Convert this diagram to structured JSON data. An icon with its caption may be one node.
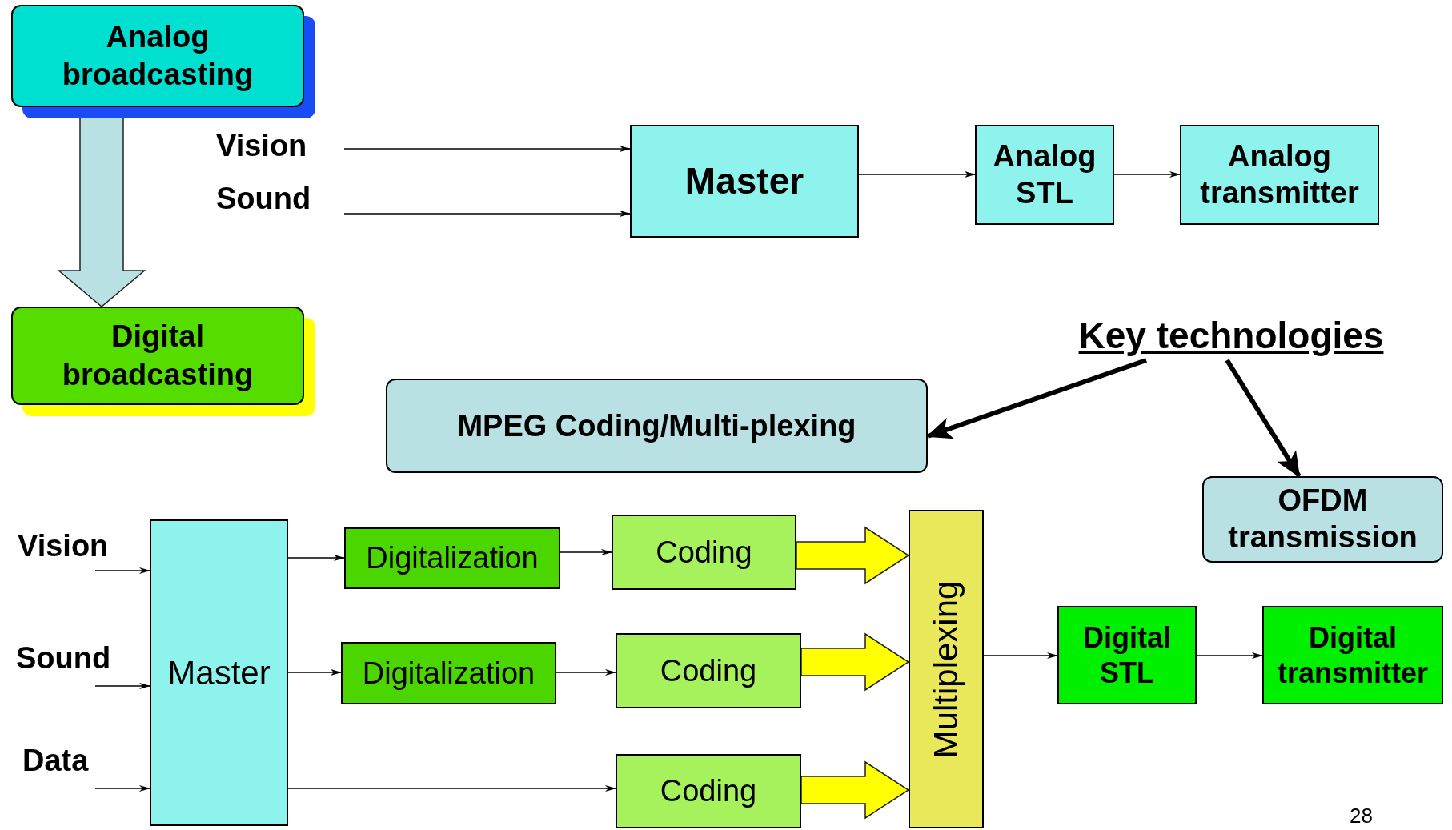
{
  "diagram": {
    "nodes": [
      {
        "text": [
          "Analog broadcasting"
        ]
      },
      {
        "text": [
          "Digital broadcasting"
        ]
      },
      {
        "text": [
          "Vision"
        ]
      },
      {
        "text": [
          "Sound"
        ]
      },
      {
        "text": [
          "Master"
        ]
      },
      {
        "text": [
          "Analog STL"
        ]
      },
      {
        "text": [
          "Analog transmitter"
        ]
      },
      {
        "text": [
          "Key technologies"
        ]
      },
      {
        "text": [
          "MPEG Coding/Multi-plexing"
        ]
      },
      {
        "text": [
          "OFDM transmission"
        ]
      },
      {
        "text": [
          "Vision"
        ]
      },
      {
        "text": [
          "Sound"
        ]
      },
      {
        "text": [
          "Data"
        ]
      },
      {
        "text": [
          "Master"
        ]
      },
      {
        "text": [
          "Digitalization"
        ]
      },
      {
        "text": [
          "Coding"
        ]
      },
      {
        "text": [
          "Digitalization"
        ]
      },
      {
        "text": [
          "Coding"
        ]
      },
      {
        "text": [
          "Coding"
        ]
      },
      {
        "text": [
          "Multiplexing"
        ]
      },
      {
        "text": [
          "Digital STL"
        ]
      },
      {
        "text": [
          "Digital transmitter"
        ]
      }
    ],
    "edges": [
      {
        "from": 0,
        "to": 1,
        "arrow": "to",
        "style": "thick",
        "color": "#b9e0e3"
      },
      {
        "from": 2,
        "to": 4,
        "arrow": "to"
      },
      {
        "from": 3,
        "to": 4,
        "arrow": "to"
      },
      {
        "from": 4,
        "to": 5,
        "arrow": "to"
      },
      {
        "from": 5,
        "to": 6,
        "arrow": "to"
      },
      {
        "from": 7,
        "to": 8,
        "arrow": "to",
        "style": "thick"
      },
      {
        "from": 7,
        "to": 9,
        "arrow": "to",
        "style": "thick"
      },
      {
        "from": 10,
        "to": 13,
        "arrow": "to"
      },
      {
        "from": 11,
        "to": 13,
        "arrow": "to"
      },
      {
        "from": 12,
        "to": 13,
        "arrow": "to"
      },
      {
        "from": 13,
        "to": 14,
        "arrow": "to"
      },
      {
        "from": 14,
        "to": 15,
        "arrow": "to"
      },
      {
        "from": 13,
        "to": 16,
        "arrow": "to"
      },
      {
        "from": 16,
        "to": 17,
        "arrow": "to"
      },
      {
        "from": 13,
        "to": 18,
        "arrow": "to"
      },
      {
        "from": 15,
        "to": 19,
        "arrow": "to",
        "style": "thick",
        "color": "#ffff00"
      },
      {
        "from": 17,
        "to": 19,
        "arrow": "to",
        "style": "thick",
        "color": "#ffff00"
      },
      {
        "from": 18,
        "to": 19,
        "arrow": "to",
        "style": "thick",
        "color": "#ffff00"
      },
      {
        "from": 19,
        "to": 20,
        "arrow": "to"
      },
      {
        "from": 20,
        "to": 21,
        "arrow": "to"
      }
    ],
    "labels": [
      "28"
    ]
  }
}
